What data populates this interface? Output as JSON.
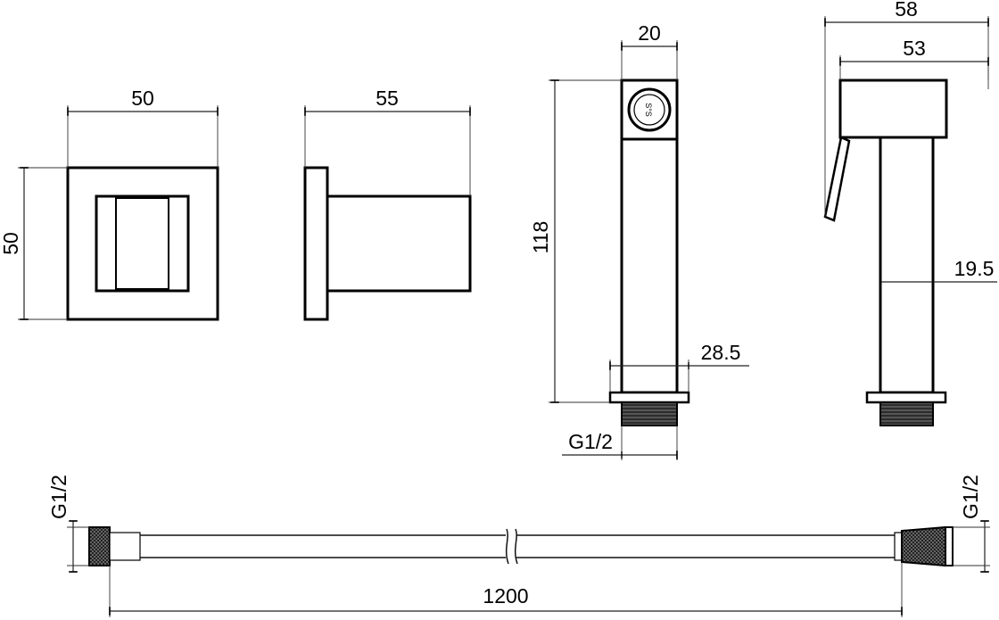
{
  "dimensions": {
    "holder_width": "50",
    "holder_height": "50",
    "holder_depth": "55",
    "handle_width": "20",
    "handle_length": "118",
    "flange_diameter": "28.5",
    "handle_thread": "G1/2",
    "lever_total_depth": "58",
    "head_depth": "53",
    "body_diameter": "19.5",
    "hose_length": "1200",
    "hose_left_thread": "G1/2",
    "hose_right_thread": "G1/2"
  },
  "spray_face_text": "S°S"
}
